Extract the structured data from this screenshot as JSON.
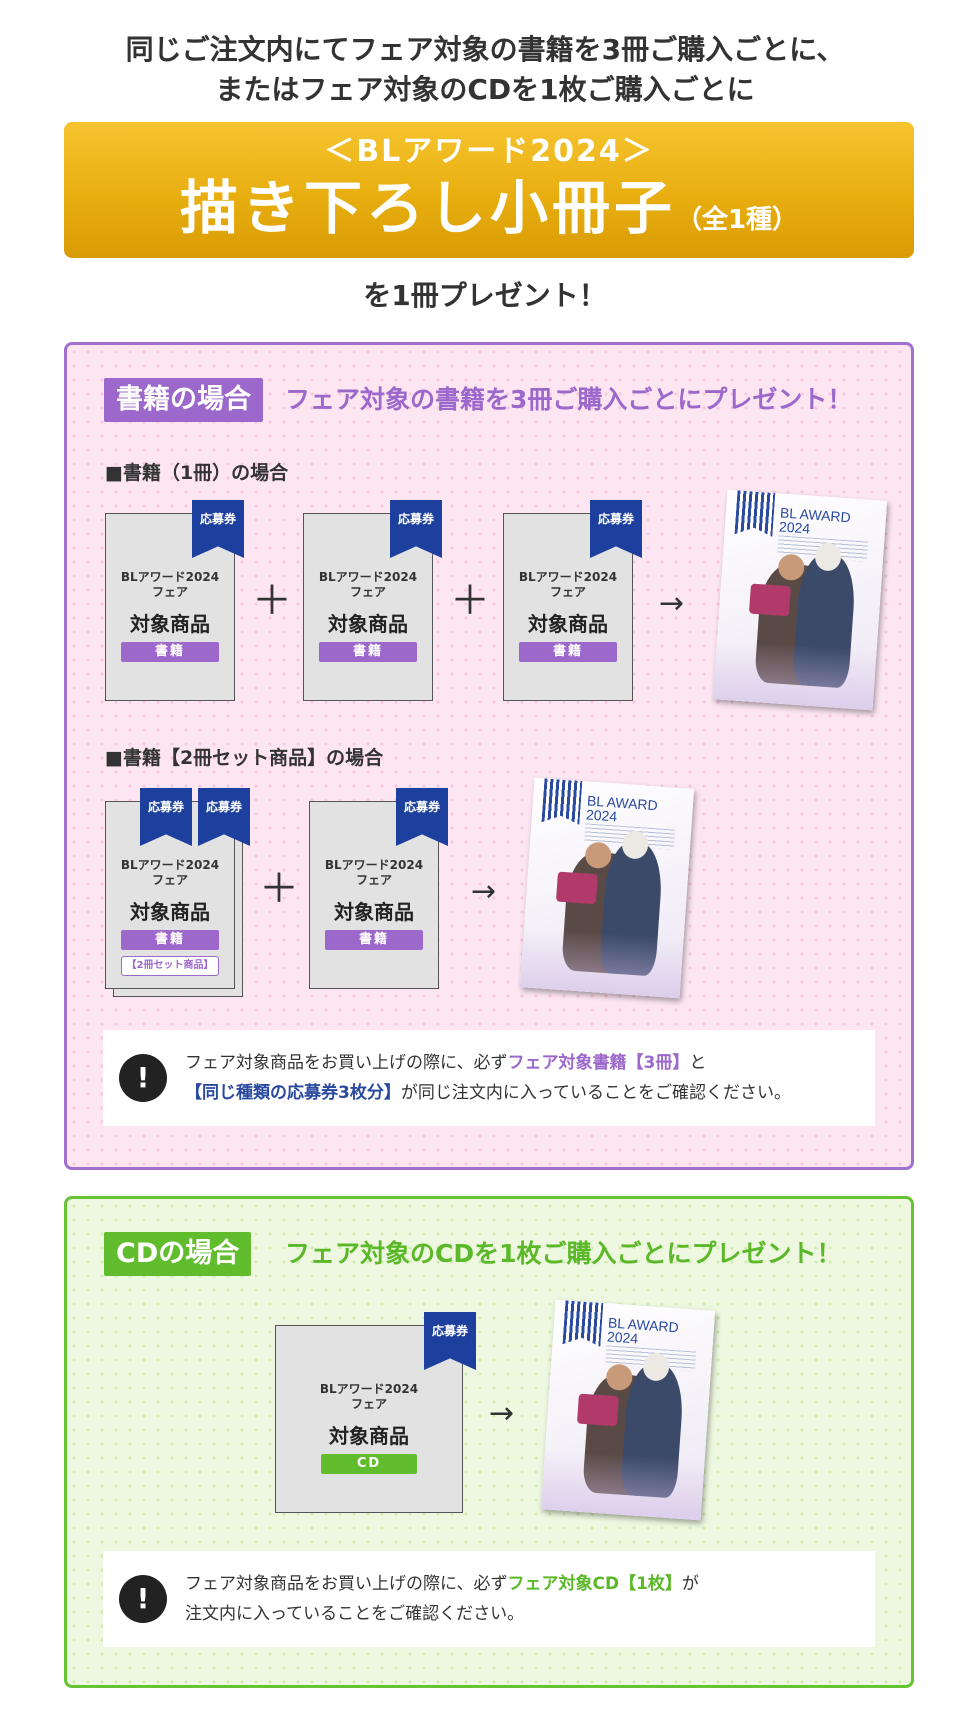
{
  "intro": {
    "line1": "同じご注文内にてフェア対象の書籍を3冊ご購入ごとに、",
    "line2": "またはフェア対象のCDを1枚ご購入ごとに"
  },
  "banner": {
    "sub": "＜BLアワード2024＞",
    "main": "描き下ろし小冊子",
    "note": "（全1種）"
  },
  "present": "を1冊プレゼント！",
  "books_section": {
    "tag": "書籍の場合",
    "headline": "フェア対象の書籍を3冊ご購入ごとにプレゼント！",
    "case1_title": "■書籍（1冊）の場合",
    "case2_title": "■書籍【2冊セット商品】の場合",
    "card": {
      "ribbon": "応募券",
      "line1a": "BLアワード2024",
      "line1b": "フェア",
      "line2": "対象商品",
      "pill": "書籍",
      "set_label": "【2冊セット商品】"
    },
    "plus": "＋",
    "arrow": "→",
    "booklet": {
      "title_a": "BL AWARD",
      "title_b": "2024"
    },
    "notice": {
      "t1": "フェア対象商品をお買い上げの際に、必ず",
      "h1": "フェア対象書籍【3冊】",
      "t2": "と",
      "h2": "【同じ種類の応募券3枚分】",
      "t3": "が同じ注文内に入っていることをご確認ください。"
    }
  },
  "cd_section": {
    "tag": "CDの場合",
    "headline": "フェア対象のCDを1枚ご購入ごとにプレゼント！",
    "card": {
      "ribbon": "応募券",
      "line1a": "BLアワード2024",
      "line1b": "フェア",
      "line2": "対象商品",
      "pill": "CD"
    },
    "arrow": "→",
    "booklet": {
      "title_a": "BL AWARD",
      "title_b": "2024"
    },
    "notice": {
      "t1": "フェア対象商品をお買い上げの際に、必ず",
      "h1": "フェア対象CD【1枚】",
      "t2": "が",
      "t3": "注文内に入っていることをご確認ください。"
    }
  },
  "colors": {
    "purple": "#9c68cc",
    "green": "#62bd2e",
    "navy": "#1d3f9e",
    "gold": "#e8ae10"
  }
}
